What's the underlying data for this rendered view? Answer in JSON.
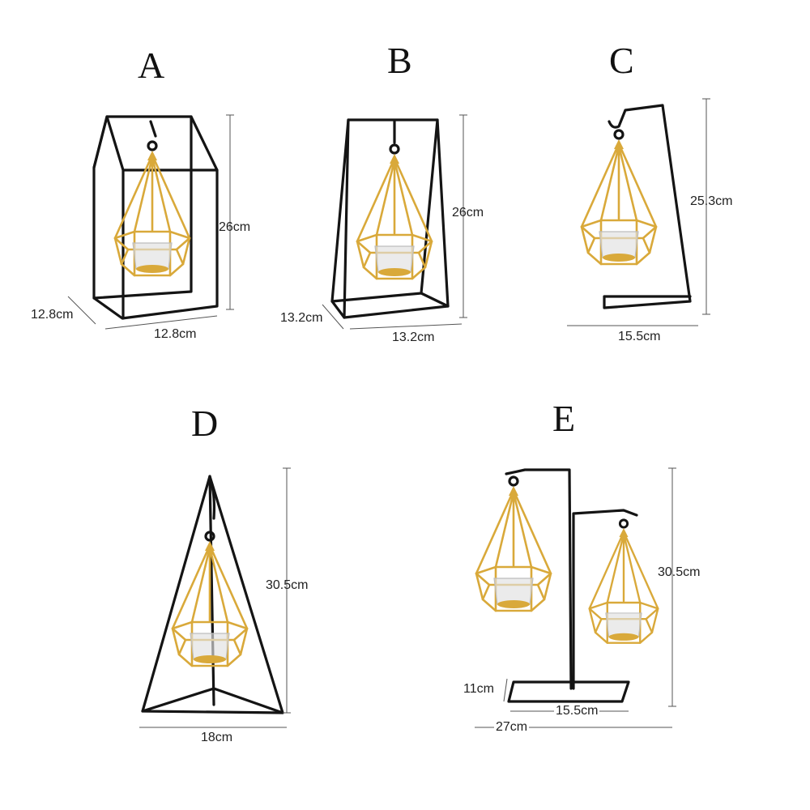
{
  "products": [
    {
      "label": "A",
      "dimensions": {
        "height": "26cm",
        "depth": "12.8cm",
        "width": "12.8cm"
      }
    },
    {
      "label": "B",
      "dimensions": {
        "height": "26cm",
        "depth": "13.2cm",
        "width": "13.2cm"
      }
    },
    {
      "label": "C",
      "dimensions": {
        "height": "25.3cm",
        "width": "15.5cm"
      }
    },
    {
      "label": "D",
      "dimensions": {
        "height": "30.5cm",
        "width": "18cm"
      }
    },
    {
      "label": "E",
      "dimensions": {
        "height": "30.5cm",
        "base_height": "11cm",
        "base_width": "15.5cm",
        "width": "27cm"
      }
    }
  ],
  "colors": {
    "frame": "#141414",
    "gold": "#d9a93a",
    "glass": "#e1e1e1"
  }
}
